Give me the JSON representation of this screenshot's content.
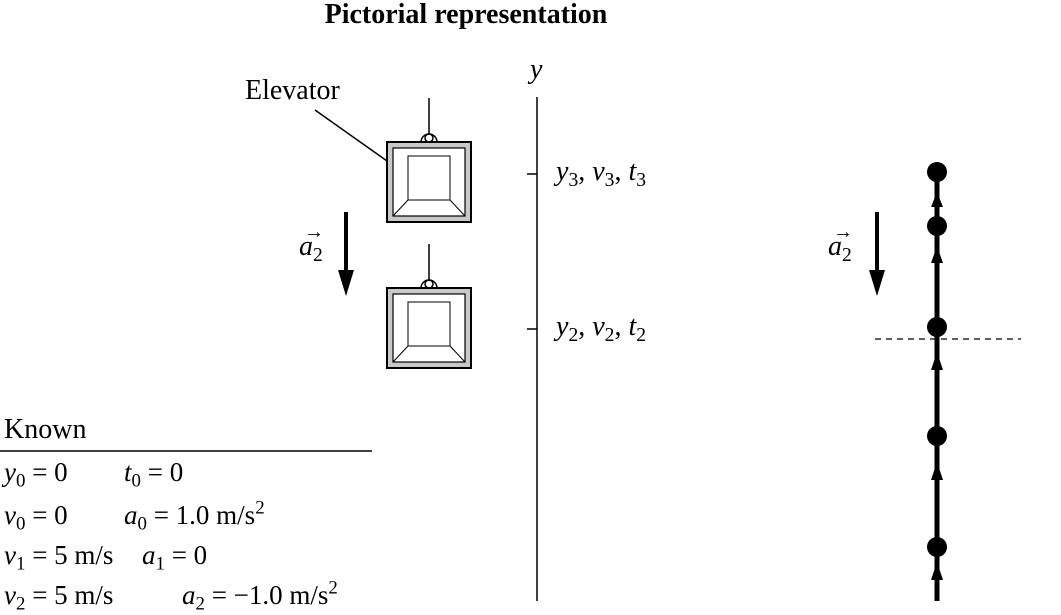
{
  "title": "Pictorial representation",
  "labels": {
    "elevator": "Elevator",
    "axis": "y",
    "accel_left": "a",
    "accel_left_sub": "2",
    "accel_right": "a",
    "accel_right_sub": "2"
  },
  "positions": [
    {
      "name": "y3-label",
      "y": "y",
      "y_sub": "3",
      "v": "v",
      "v_sub": "3",
      "t": "t",
      "t_sub": "3"
    },
    {
      "name": "y2-label",
      "y": "y",
      "y_sub": "2",
      "v": "v",
      "v_sub": "2",
      "t": "t",
      "t_sub": "2"
    }
  ],
  "known": {
    "heading": "Known",
    "rows": [
      {
        "a_sym": "y",
        "a_sub": "0",
        "a_rest": " = 0",
        "b_sym": "t",
        "b_sub": "0",
        "b_rest": " = 0",
        "b_sup": ""
      },
      {
        "a_sym": "v",
        "a_sub": "0",
        "a_rest": " = 0",
        "b_sym": "a",
        "b_sub": "0",
        "b_rest": " = 1.0 m/s",
        "b_sup": "2"
      },
      {
        "a_sym": "v",
        "a_sub": "1",
        "a_rest": " = 5 m/s",
        "b_sym": "a",
        "b_sub": "1",
        "b_rest": " = 0",
        "b_sup": ""
      },
      {
        "a_sym": "v",
        "a_sub": "2",
        "a_rest": " = 5 m/s",
        "b_sym": "a",
        "b_sub": "2",
        "b_rest": " = −1.0 m/s",
        "b_sup": "2"
      }
    ]
  }
}
